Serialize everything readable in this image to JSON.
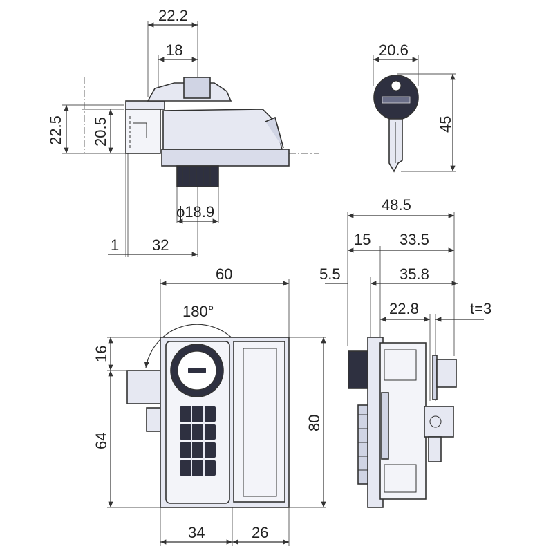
{
  "dimensions": {
    "top_width_outer": "22.2",
    "top_width_inner": "18",
    "top_height_outer": "22.5",
    "top_height_inner": "20.5",
    "top_shaft_dia": "ϕ18.9",
    "top_offset_small": "1",
    "top_offset_large": "32",
    "key_width": "20.6",
    "key_height": "45",
    "side_total": "48.5",
    "side_left": "15",
    "side_right": "33.5",
    "side_small": "5.5",
    "side_mid": "35.8",
    "side_inner": "22.8",
    "side_thickness": "t=3",
    "front_width": "60",
    "front_rotation": "180°",
    "front_top_offset": "16",
    "front_height_inner": "64",
    "front_height": "80",
    "front_bottom_left": "34",
    "front_bottom_right": "26"
  },
  "colors": {
    "part_fill": "#e6e8f2",
    "part_fill_dark": "#c8ccdc",
    "line": "#333333",
    "text": "#222222"
  }
}
